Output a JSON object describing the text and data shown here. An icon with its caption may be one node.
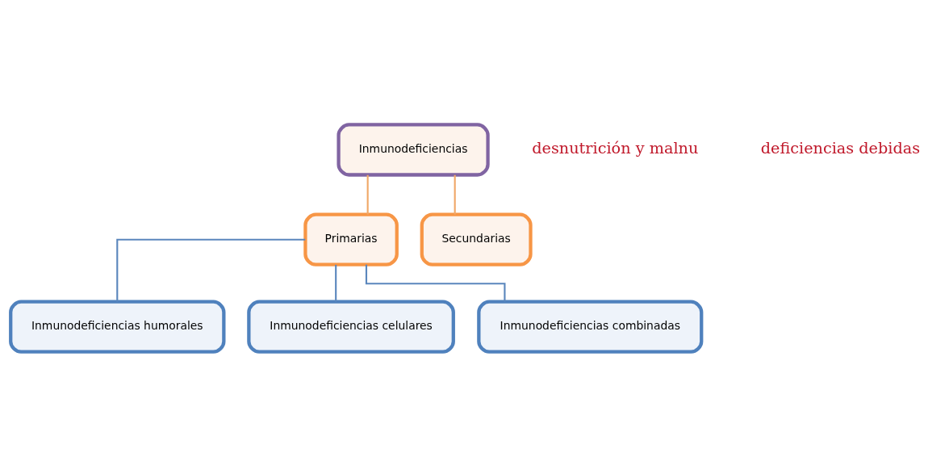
{
  "diagram": {
    "nodes": [
      {
        "text": [
          "Inmunodeficiencias"
        ]
      },
      {
        "text": [
          "Primarias"
        ]
      },
      {
        "text": [
          "Secundarias"
        ]
      },
      {
        "text": [
          "Inmunodeficiencias humorales"
        ]
      },
      {
        "text": [
          "Inmunodeficiencias celulares"
        ]
      },
      {
        "text": [
          "Inmunodeficiencias combinadas"
        ]
      }
    ],
    "edges": [
      {
        "from": 0,
        "to": 1,
        "arrow": "none",
        "color": "#f0a868"
      },
      {
        "from": 0,
        "to": 2,
        "arrow": "none",
        "color": "#f0a868"
      },
      {
        "from": 1,
        "to": 3,
        "arrow": "none"
      },
      {
        "from": 1,
        "to": 4,
        "arrow": "none"
      },
      {
        "from": 1,
        "to": 5,
        "arrow": "none"
      }
    ],
    "labels": [
      "desnutrición y malnu",
      "deficiencias debidas"
    ]
  }
}
